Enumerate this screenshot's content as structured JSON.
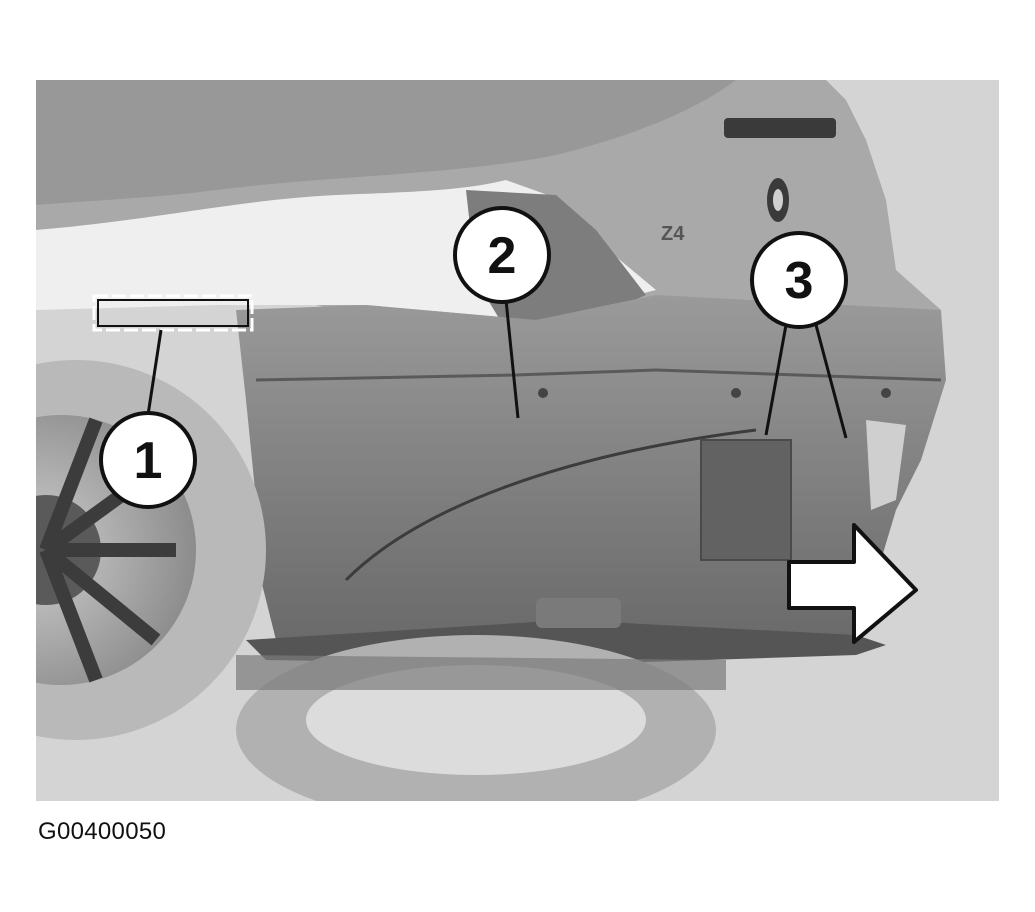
{
  "figure": {
    "subject": "BMW Z4 rear bumper cover, left side view",
    "id_label": "G00400050",
    "badge_text": "Z4",
    "callouts": [
      {
        "number": "1",
        "target": "retaining clip strip"
      },
      {
        "number": "2",
        "target": "rear bumper cover"
      },
      {
        "number": "3",
        "target": "bumper cover fastening points"
      }
    ],
    "arrow": {
      "direction": "right",
      "meaning": "removal direction"
    },
    "colors": {
      "background": "#d4d4d4",
      "panel": "#6f6f6f",
      "highlight": "#f2f2f2",
      "tire": "#b5b5b5",
      "ink": "#111111"
    }
  }
}
